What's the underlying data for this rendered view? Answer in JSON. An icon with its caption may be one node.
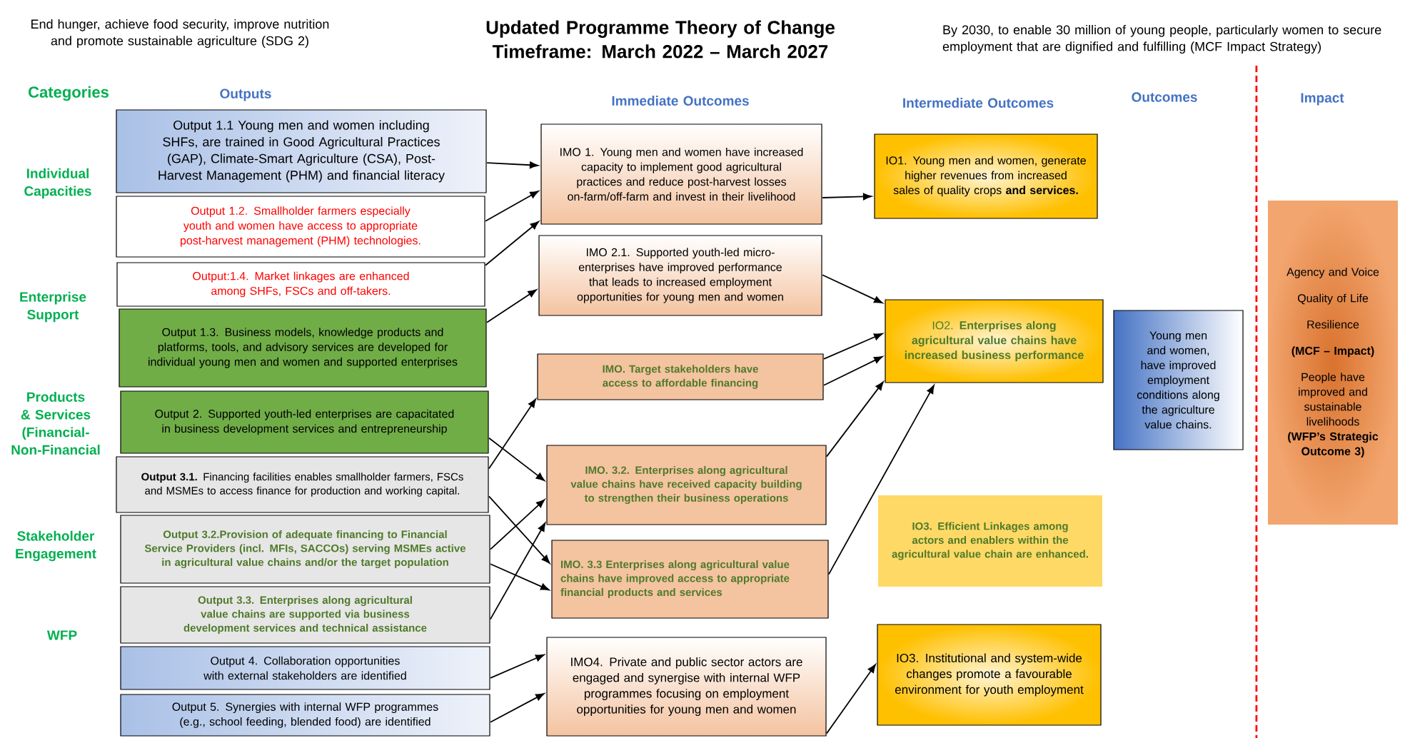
{
  "diagram": {
    "title": "Updated Programme Theory of Change Timeframe: March 2022 – March 2027",
    "nodes": [
      {
        "text": [
          "Output 1.1 Young men and women including SHFs, are trained in Good Agricultural Practices (GAP), Climate-Smart Agriculture (CSA), Post-Harvest Management (PHM) and financial literacy"
        ]
      },
      {
        "text": [
          "Output 1.2. Smallholder farmers especially youth and women have access to appropriate post-harvest management (PHM) technologies."
        ]
      },
      {
        "text": [
          "Output:1.4. Market linkages are enhanced among SHFs, FSCs and off-takers."
        ]
      },
      {
        "text": [
          "Output 1.3. Business models, knowledge products and platforms, tools, and advisory services are developed for individual young men and women and supported enterprises"
        ]
      },
      {
        "text": [
          "Output 2. Supported youth-led enterprises are capacitated in business development services and entrepreneurship"
        ]
      },
      {
        "text": [
          "**Output 3.1.** Financing facilities enables smallholder farmers, FSCs and MSMEs to access finance for production and working capital."
        ]
      },
      {
        "text": [
          "Output 3.2.Provision of adequate financing to Financial Service Providers (incl. MFIs, SACCOs) serving MSMEs active in agricultural value chains and/or the target population"
        ]
      },
      {
        "text": [
          "Output 3.3. Enterprises along agricultural value chains are supported via business development services and technical assistance"
        ]
      },
      {
        "text": [
          "Output 4. Collaboration opportunities with external stakeholders are identified"
        ]
      },
      {
        "text": [
          "Output 5. Synergies with internal WFP programmes (e.g., school feeding, blended food) are identified"
        ]
      },
      {
        "text": [
          "IMO 1. Young men and women have increased capacity to implement good agricultural practices and reduce post-harvest losses on-farm/off-farm and invest in their livelihood"
        ]
      },
      {
        "text": [
          "IMO 2.1. Supported youth-led micro-enterprises have improved performance that leads to increased employment opportunities for young men and women"
        ]
      },
      {
        "text": [
          "IMO. Target stakeholders have access to affordable financing"
        ]
      },
      {
        "text": [
          "IMO. 3.2. Enterprises along agricultural value chains have received capacity building to strengthen their business operations"
        ]
      },
      {
        "text": [
          "IMO. 3.3 Enterprises along agricultural value chains have improved access to appropriate financial products and services"
        ]
      },
      {
        "text": [
          "IMO4. Private and public sector actors are engaged and synergise with internal WFP programmes focusing on employment opportunities for young men and women"
        ]
      },
      {
        "text": [
          "IO1. Young men and women, generate higher revenues from increased sales of quality crops **and services.**"
        ]
      },
      {
        "text": [
          "IO2. **Enterprises along agricultural value chains have increased business performance**"
        ]
      },
      {
        "text": [
          "IO3. Efficient Linkages among actors and enablers within the agricultural value chain are enhanced."
        ]
      },
      {
        "text": [
          "IO3. Institutional and system-wide changes promote a favourable environment for youth employment"
        ]
      },
      {
        "text": [
          "Young men and women, have improved employment conditions along the agriculture value chains."
        ]
      },
      {
        "text": [
          "Agency and Voice",
          "Quality of Life",
          "Resilience",
          "(MCF – Impact)",
          "People have improved and sustainable livelihoods **(WFP’s Strategic Outcome 3)**"
        ]
      }
    ],
    "edges": [
      {
        "from": 0,
        "to": 10,
        "arrow": "to"
      },
      {
        "from": 1,
        "to": 10,
        "arrow": "to"
      },
      {
        "from": 2,
        "to": 10,
        "arrow": "to"
      },
      {
        "from": 3,
        "to": 11,
        "arrow": "to"
      },
      {
        "from": 4,
        "to": 13,
        "arrow": "to"
      },
      {
        "from": 5,
        "to": 12,
        "arrow": "to"
      },
      {
        "from": 5,
        "to": 14,
        "arrow": "to"
      },
      {
        "from": 6,
        "to": 13,
        "arrow": "to"
      },
      {
        "from": 6,
        "to": 14,
        "arrow": "to"
      },
      {
        "from": 7,
        "to": 13,
        "arrow": "to"
      },
      {
        "from": 8,
        "to": 15,
        "arrow": "to"
      },
      {
        "from": 9,
        "to": 15,
        "arrow": "to"
      },
      {
        "from": 10,
        "to": 16,
        "arrow": "to"
      },
      {
        "from": 11,
        "to": 17,
        "arrow": "to"
      },
      {
        "from": 12,
        "to": 17,
        "arrow": "to"
      },
      {
        "from": 12,
        "to": 17,
        "arrow": "to"
      },
      {
        "from": 13,
        "to": 17,
        "arrow": "to"
      },
      {
        "from": 14,
        "to": 17,
        "arrow": "to"
      },
      {
        "from": 15,
        "to": 19,
        "arrow": "to"
      }
    ],
    "labels": [
      "End hunger, achieve food security, improve nutrition and promote sustainable agriculture (SDG 2)",
      "By 2030, to enable 30 million of young people, particularly women to secure employment that are dignified and fulfilling (MCF Impact Strategy)",
      "Categories",
      "Outputs",
      "Immediate Outcomes",
      "Intermediate Outcomes",
      "Outcomes",
      "Impact",
      "Individual Capacities",
      "Enterprise Support",
      "Products & Services (Financial-Non-Financial",
      "Stakeholder Engagement",
      "WFP"
    ]
  }
}
